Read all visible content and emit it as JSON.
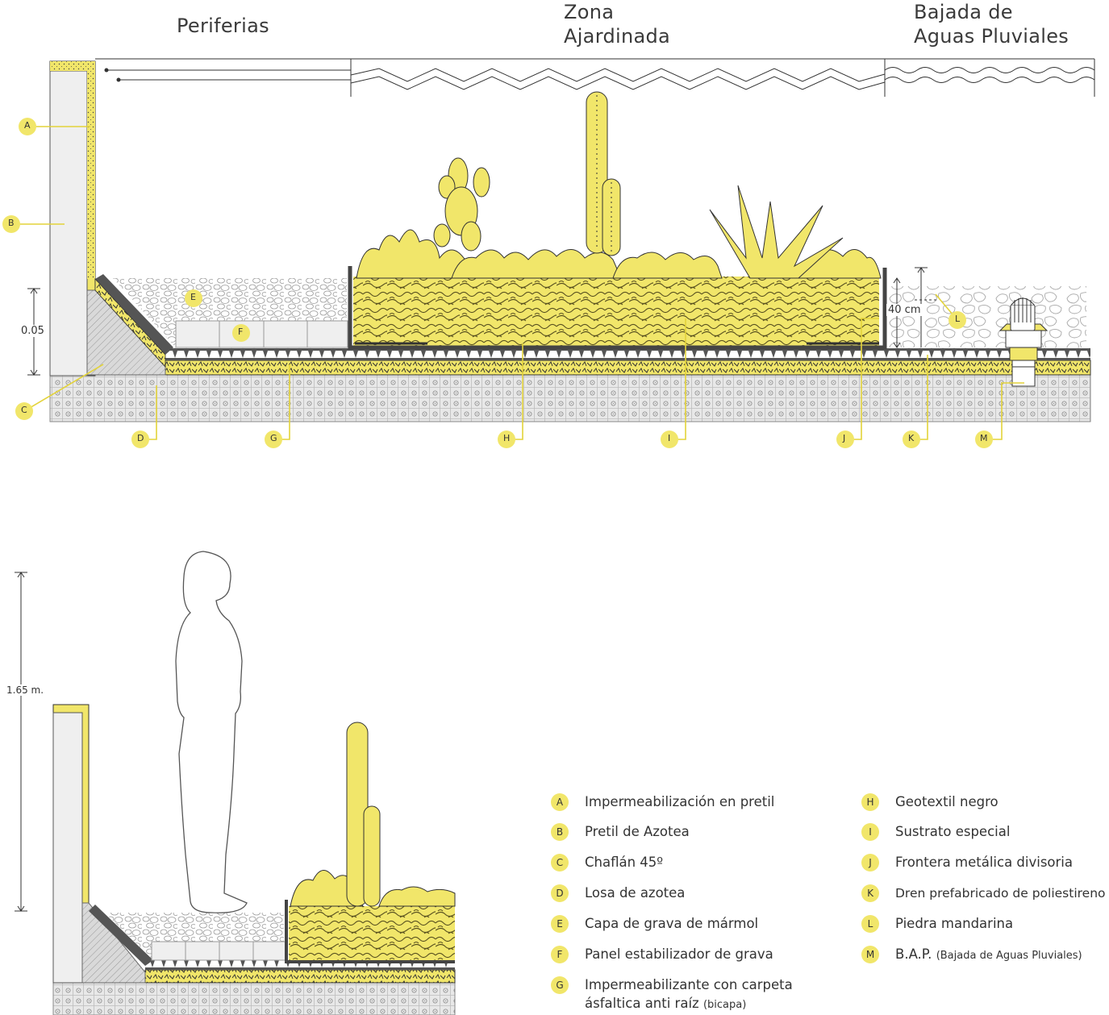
{
  "headers": {
    "periferias": "Periferias",
    "zona_line1": "Zona",
    "zona_line2": "Ajardinada",
    "bajada_line1": "Bajada de",
    "bajada_line2": "Aguas Pluviales"
  },
  "dimensions": {
    "chaflan_height": "0.05",
    "substrate_depth": "40 cm",
    "person_height": "1.65 m."
  },
  "callout_letters": [
    "A",
    "B",
    "C",
    "D",
    "E",
    "F",
    "G",
    "H",
    "I",
    "J",
    "K",
    "L",
    "M"
  ],
  "legend": [
    {
      "key": "A",
      "label": "Impermeabilización en pretil",
      "note": ""
    },
    {
      "key": "B",
      "label": "Pretil de Azotea",
      "note": ""
    },
    {
      "key": "C",
      "label": "Chaflán 45º",
      "note": ""
    },
    {
      "key": "D",
      "label": "Losa de azotea",
      "note": ""
    },
    {
      "key": "E",
      "label": "Capa de grava de mármol",
      "note": ""
    },
    {
      "key": "F",
      "label": "Panel estabilizador de grava",
      "note": ""
    },
    {
      "key": "G",
      "label": "Impermeabilizante con carpeta",
      "label2": "ásfaltica anti raíz",
      "note": "(bicapa)"
    },
    {
      "key": "H",
      "label": "Geotextil negro",
      "note": ""
    },
    {
      "key": "I",
      "label": "Sustrato especial",
      "note": ""
    },
    {
      "key": "J",
      "label": "Frontera metálica divisoria",
      "note": ""
    },
    {
      "key": "K",
      "label": "Dren prefabricado de poliestireno",
      "note": ""
    },
    {
      "key": "L",
      "label": "Piedra mandarina",
      "note": ""
    },
    {
      "key": "M",
      "label": "B.A.P.",
      "note": "(Bajada de Aguas Pluviales)"
    }
  ],
  "colors": {
    "yellow": "#f1e66a",
    "yellow_dark": "#d9c400",
    "line": "#333333",
    "slab": "#e6e6e6",
    "drain": "#555555"
  }
}
